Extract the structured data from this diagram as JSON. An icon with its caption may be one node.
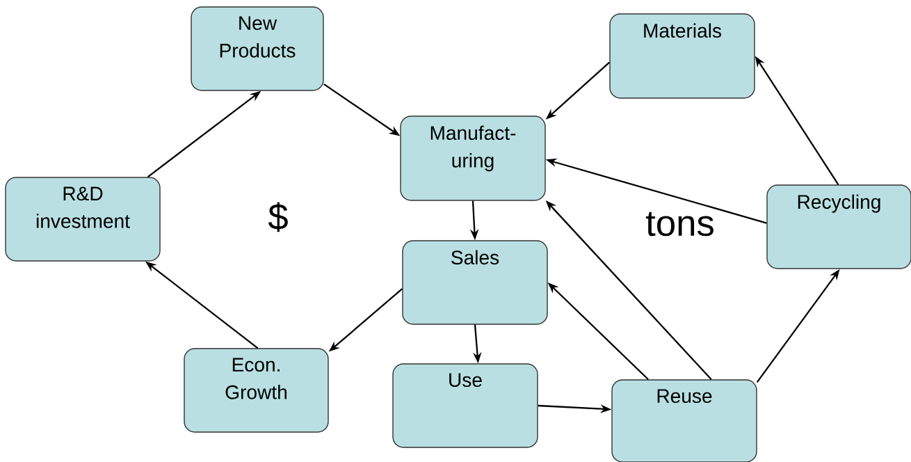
{
  "diagram": {
    "nodes": [
      {
        "text": [
          "New Products"
        ]
      },
      {
        "text": [
          "Materials"
        ]
      },
      {
        "text": [
          "Manufact- uring"
        ]
      },
      {
        "text": [
          "R&D investment"
        ]
      },
      {
        "text": [
          "Recycling"
        ]
      },
      {
        "text": [
          "Sales"
        ]
      },
      {
        "text": [
          "Econ. Growth"
        ]
      },
      {
        "text": [
          "Use"
        ]
      },
      {
        "text": [
          "Reuse"
        ]
      }
    ],
    "edges": [
      {
        "from": 0,
        "to": 2,
        "arrow": "to"
      },
      {
        "from": 1,
        "to": 2,
        "arrow": "to"
      },
      {
        "from": 4,
        "to": 2,
        "arrow": "to"
      },
      {
        "from": 4,
        "to": 1,
        "arrow": "to"
      },
      {
        "from": 2,
        "to": 5,
        "arrow": "to"
      },
      {
        "from": 5,
        "to": 7,
        "arrow": "to"
      },
      {
        "from": 5,
        "to": 6,
        "arrow": "to"
      },
      {
        "from": 6,
        "to": 3,
        "arrow": "to"
      },
      {
        "from": 3,
        "to": 0,
        "arrow": "to"
      },
      {
        "from": 7,
        "to": 8,
        "arrow": "to"
      },
      {
        "from": 8,
        "to": 5,
        "arrow": "to"
      },
      {
        "from": 8,
        "to": 2,
        "arrow": "to"
      },
      {
        "from": 8,
        "to": 4,
        "arrow": "to"
      }
    ],
    "labels": [
      "$",
      "tons"
    ]
  }
}
